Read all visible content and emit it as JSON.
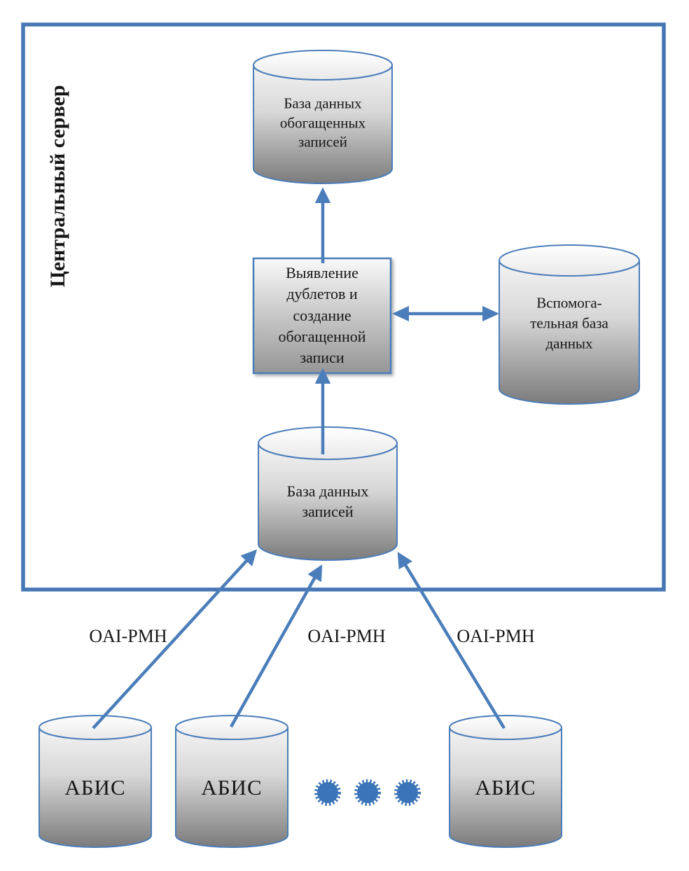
{
  "frame": {
    "label": "Центральный сервер"
  },
  "nodes": {
    "enriched_db": {
      "label": "База данных\nобогащенных\nзаписей"
    },
    "dedup_process": {
      "label": "Выявление\nдублетов и\nсоздание\nобогащенной\nзаписи"
    },
    "auxiliary_db": {
      "label": "Вспомога-\nтельная база\nданных"
    },
    "records_db": {
      "label": "База данных\nзаписей"
    },
    "abis_1": {
      "label": "АБИС"
    },
    "abis_2": {
      "label": "АБИС"
    },
    "abis_3": {
      "label": "АБИС"
    },
    "ellipsis": {
      "dot_count": 3
    }
  },
  "edges": {
    "oai_pmh_1": "OAI-PMH",
    "oai_pmh_2": "OAI-PMH",
    "oai_pmh_3": "OAI-PMH"
  },
  "colors": {
    "accent_blue": "#4a7db9",
    "frame_blue": "#4576b5",
    "dot_blue": "#3b74b8",
    "text": "#161616"
  }
}
